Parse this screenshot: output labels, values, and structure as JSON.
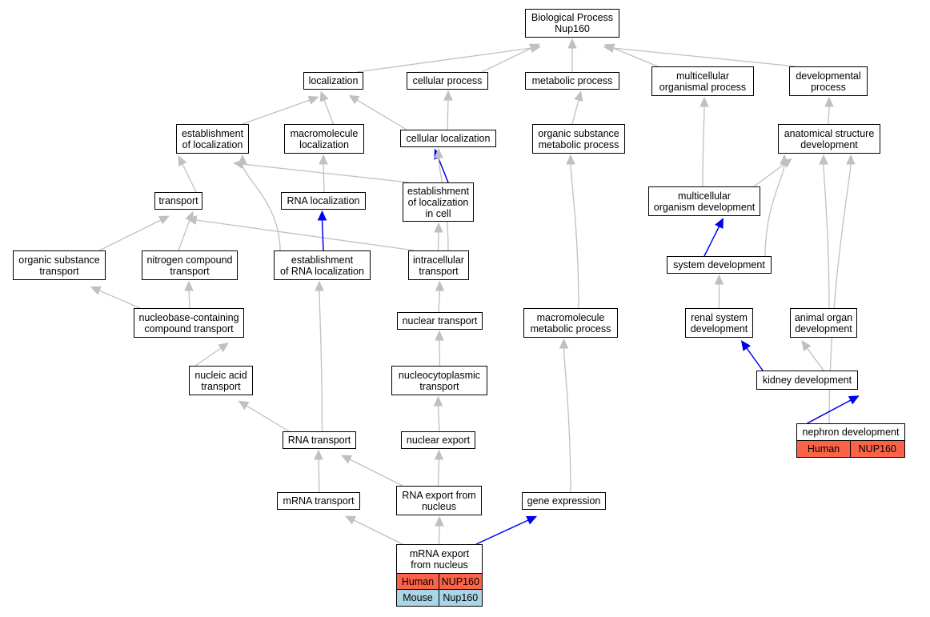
{
  "colors": {
    "edge_default": "#c0c0c0",
    "edge_highlight": "#0000ee",
    "human_fill": "#fa6347",
    "mouse_fill": "#aad5e6",
    "node_border": "#000000",
    "node_fill": "#ffffff"
  },
  "nodes": [
    {
      "id": "bio",
      "label": "Biological Process\nNup160"
    },
    {
      "id": "loc",
      "label": "localization"
    },
    {
      "id": "cellproc",
      "label": "cellular process"
    },
    {
      "id": "metab",
      "label": "metabolic process"
    },
    {
      "id": "multiorg",
      "label": "multicellular\norganismal process"
    },
    {
      "id": "devproc",
      "label": "developmental\nprocess"
    },
    {
      "id": "estloc",
      "label": "establishment\nof localization"
    },
    {
      "id": "macroloc",
      "label": "macromolecule\nlocalization"
    },
    {
      "id": "cellloc",
      "label": "cellular localization"
    },
    {
      "id": "orgsubmet",
      "label": "organic substance\nmetabolic process"
    },
    {
      "id": "anat",
      "label": "anatomical structure\ndevelopment"
    },
    {
      "id": "transport",
      "label": "transport"
    },
    {
      "id": "rnaloc",
      "label": "RNA localization"
    },
    {
      "id": "estlocincell",
      "label": "establishment\nof localization\nin cell"
    },
    {
      "id": "multidev",
      "label": "multicellular\norganism development"
    },
    {
      "id": "orgsubtrans",
      "label": "organic substance\ntransport"
    },
    {
      "id": "nitro",
      "label": "nitrogen compound\ntransport"
    },
    {
      "id": "estrnaloc",
      "label": "establishment\nof RNA localization"
    },
    {
      "id": "intracell",
      "label": "intracellular\ntransport"
    },
    {
      "id": "sysdev",
      "label": "system development"
    },
    {
      "id": "nucleobase",
      "label": "nucleobase-containing\ncompound transport"
    },
    {
      "id": "nuctrans",
      "label": "nuclear transport"
    },
    {
      "id": "macromet",
      "label": "macromolecule\nmetabolic process"
    },
    {
      "id": "renal",
      "label": "renal system\ndevelopment"
    },
    {
      "id": "animalorgan",
      "label": "animal organ\ndevelopment"
    },
    {
      "id": "nucacid",
      "label": "nucleic acid\ntransport"
    },
    {
      "id": "nucleocyto",
      "label": "nucleocytoplasmic\ntransport"
    },
    {
      "id": "kidney",
      "label": "kidney development"
    },
    {
      "id": "nephron",
      "label": "nephron development"
    },
    {
      "id": "rnatrans",
      "label": "RNA transport"
    },
    {
      "id": "nucexport",
      "label": "nuclear export"
    },
    {
      "id": "mrnatrans",
      "label": "mRNA transport"
    },
    {
      "id": "rnaexport",
      "label": "RNA export from\nnucleus"
    },
    {
      "id": "geneexp",
      "label": "gene expression"
    },
    {
      "id": "mrnaexport",
      "label": "mRNA export\nfrom nucleus"
    }
  ],
  "annotations": {
    "nephron": [
      {
        "species": "Human",
        "gene": "NUP160",
        "fill": "human"
      }
    ],
    "mrnaexport": [
      {
        "species": "Human",
        "gene": "NUP160",
        "fill": "human"
      },
      {
        "species": "Mouse",
        "gene": "Nup160",
        "fill": "mouse"
      }
    ]
  },
  "edges": [
    {
      "from": "loc",
      "to": "bio",
      "highlight": false
    },
    {
      "from": "cellproc",
      "to": "bio",
      "highlight": false
    },
    {
      "from": "metab",
      "to": "bio",
      "highlight": false
    },
    {
      "from": "multiorg",
      "to": "bio",
      "highlight": false
    },
    {
      "from": "devproc",
      "to": "bio",
      "highlight": false
    },
    {
      "from": "estloc",
      "to": "loc",
      "highlight": false
    },
    {
      "from": "macroloc",
      "to": "loc",
      "highlight": false
    },
    {
      "from": "cellloc",
      "to": "loc",
      "highlight": false
    },
    {
      "from": "cellloc",
      "to": "cellproc",
      "highlight": false
    },
    {
      "from": "orgsubmet",
      "to": "metab",
      "highlight": false
    },
    {
      "from": "multidev",
      "to": "multiorg",
      "highlight": false
    },
    {
      "from": "anat",
      "to": "devproc",
      "highlight": false
    },
    {
      "from": "transport",
      "to": "estloc",
      "highlight": false
    },
    {
      "from": "estlocincell",
      "to": "estloc",
      "highlight": false
    },
    {
      "from": "estrnaloc",
      "to": "estloc",
      "highlight": false
    },
    {
      "from": "rnaloc",
      "to": "macroloc",
      "highlight": false
    },
    {
      "from": "estlocincell",
      "to": "cellloc",
      "highlight": true
    },
    {
      "from": "intracell",
      "to": "cellloc",
      "highlight": false
    },
    {
      "from": "macromet",
      "to": "orgsubmet",
      "highlight": false
    },
    {
      "from": "multidev",
      "to": "anat",
      "highlight": false
    },
    {
      "from": "sysdev",
      "to": "anat",
      "highlight": false
    },
    {
      "from": "animalorgan",
      "to": "anat",
      "highlight": false
    },
    {
      "from": "nephron",
      "to": "anat",
      "highlight": false
    },
    {
      "from": "orgsubtrans",
      "to": "transport",
      "highlight": false
    },
    {
      "from": "nitro",
      "to": "transport",
      "highlight": false
    },
    {
      "from": "intracell",
      "to": "transport",
      "highlight": false
    },
    {
      "from": "estrnaloc",
      "to": "rnaloc",
      "highlight": true
    },
    {
      "from": "intracell",
      "to": "estlocincell",
      "highlight": false
    },
    {
      "from": "sysdev",
      "to": "multidev",
      "highlight": true
    },
    {
      "from": "nucleobase",
      "to": "orgsubtrans",
      "highlight": false
    },
    {
      "from": "nucleobase",
      "to": "nitro",
      "highlight": false
    },
    {
      "from": "rnatrans",
      "to": "estrnaloc",
      "highlight": false
    },
    {
      "from": "nuctrans",
      "to": "intracell",
      "highlight": false
    },
    {
      "from": "renal",
      "to": "sysdev",
      "highlight": false
    },
    {
      "from": "nucacid",
      "to": "nucleobase",
      "highlight": false
    },
    {
      "from": "nucleocyto",
      "to": "nuctrans",
      "highlight": false
    },
    {
      "from": "geneexp",
      "to": "macromet",
      "highlight": false
    },
    {
      "from": "kidney",
      "to": "renal",
      "highlight": true
    },
    {
      "from": "kidney",
      "to": "animalorgan",
      "highlight": false
    },
    {
      "from": "rnatrans",
      "to": "nucacid",
      "highlight": false
    },
    {
      "from": "nucexport",
      "to": "nucleocyto",
      "highlight": false
    },
    {
      "from": "nephron",
      "to": "kidney",
      "highlight": true
    },
    {
      "from": "mrnatrans",
      "to": "rnatrans",
      "highlight": false
    },
    {
      "from": "rnaexport",
      "to": "rnatrans",
      "highlight": false
    },
    {
      "from": "rnaexport",
      "to": "nucexport",
      "highlight": false
    },
    {
      "from": "mrnaexport",
      "to": "mrnatrans",
      "highlight": false
    },
    {
      "from": "mrnaexport",
      "to": "rnaexport",
      "highlight": false
    },
    {
      "from": "mrnaexport",
      "to": "geneexp",
      "highlight": true
    }
  ]
}
